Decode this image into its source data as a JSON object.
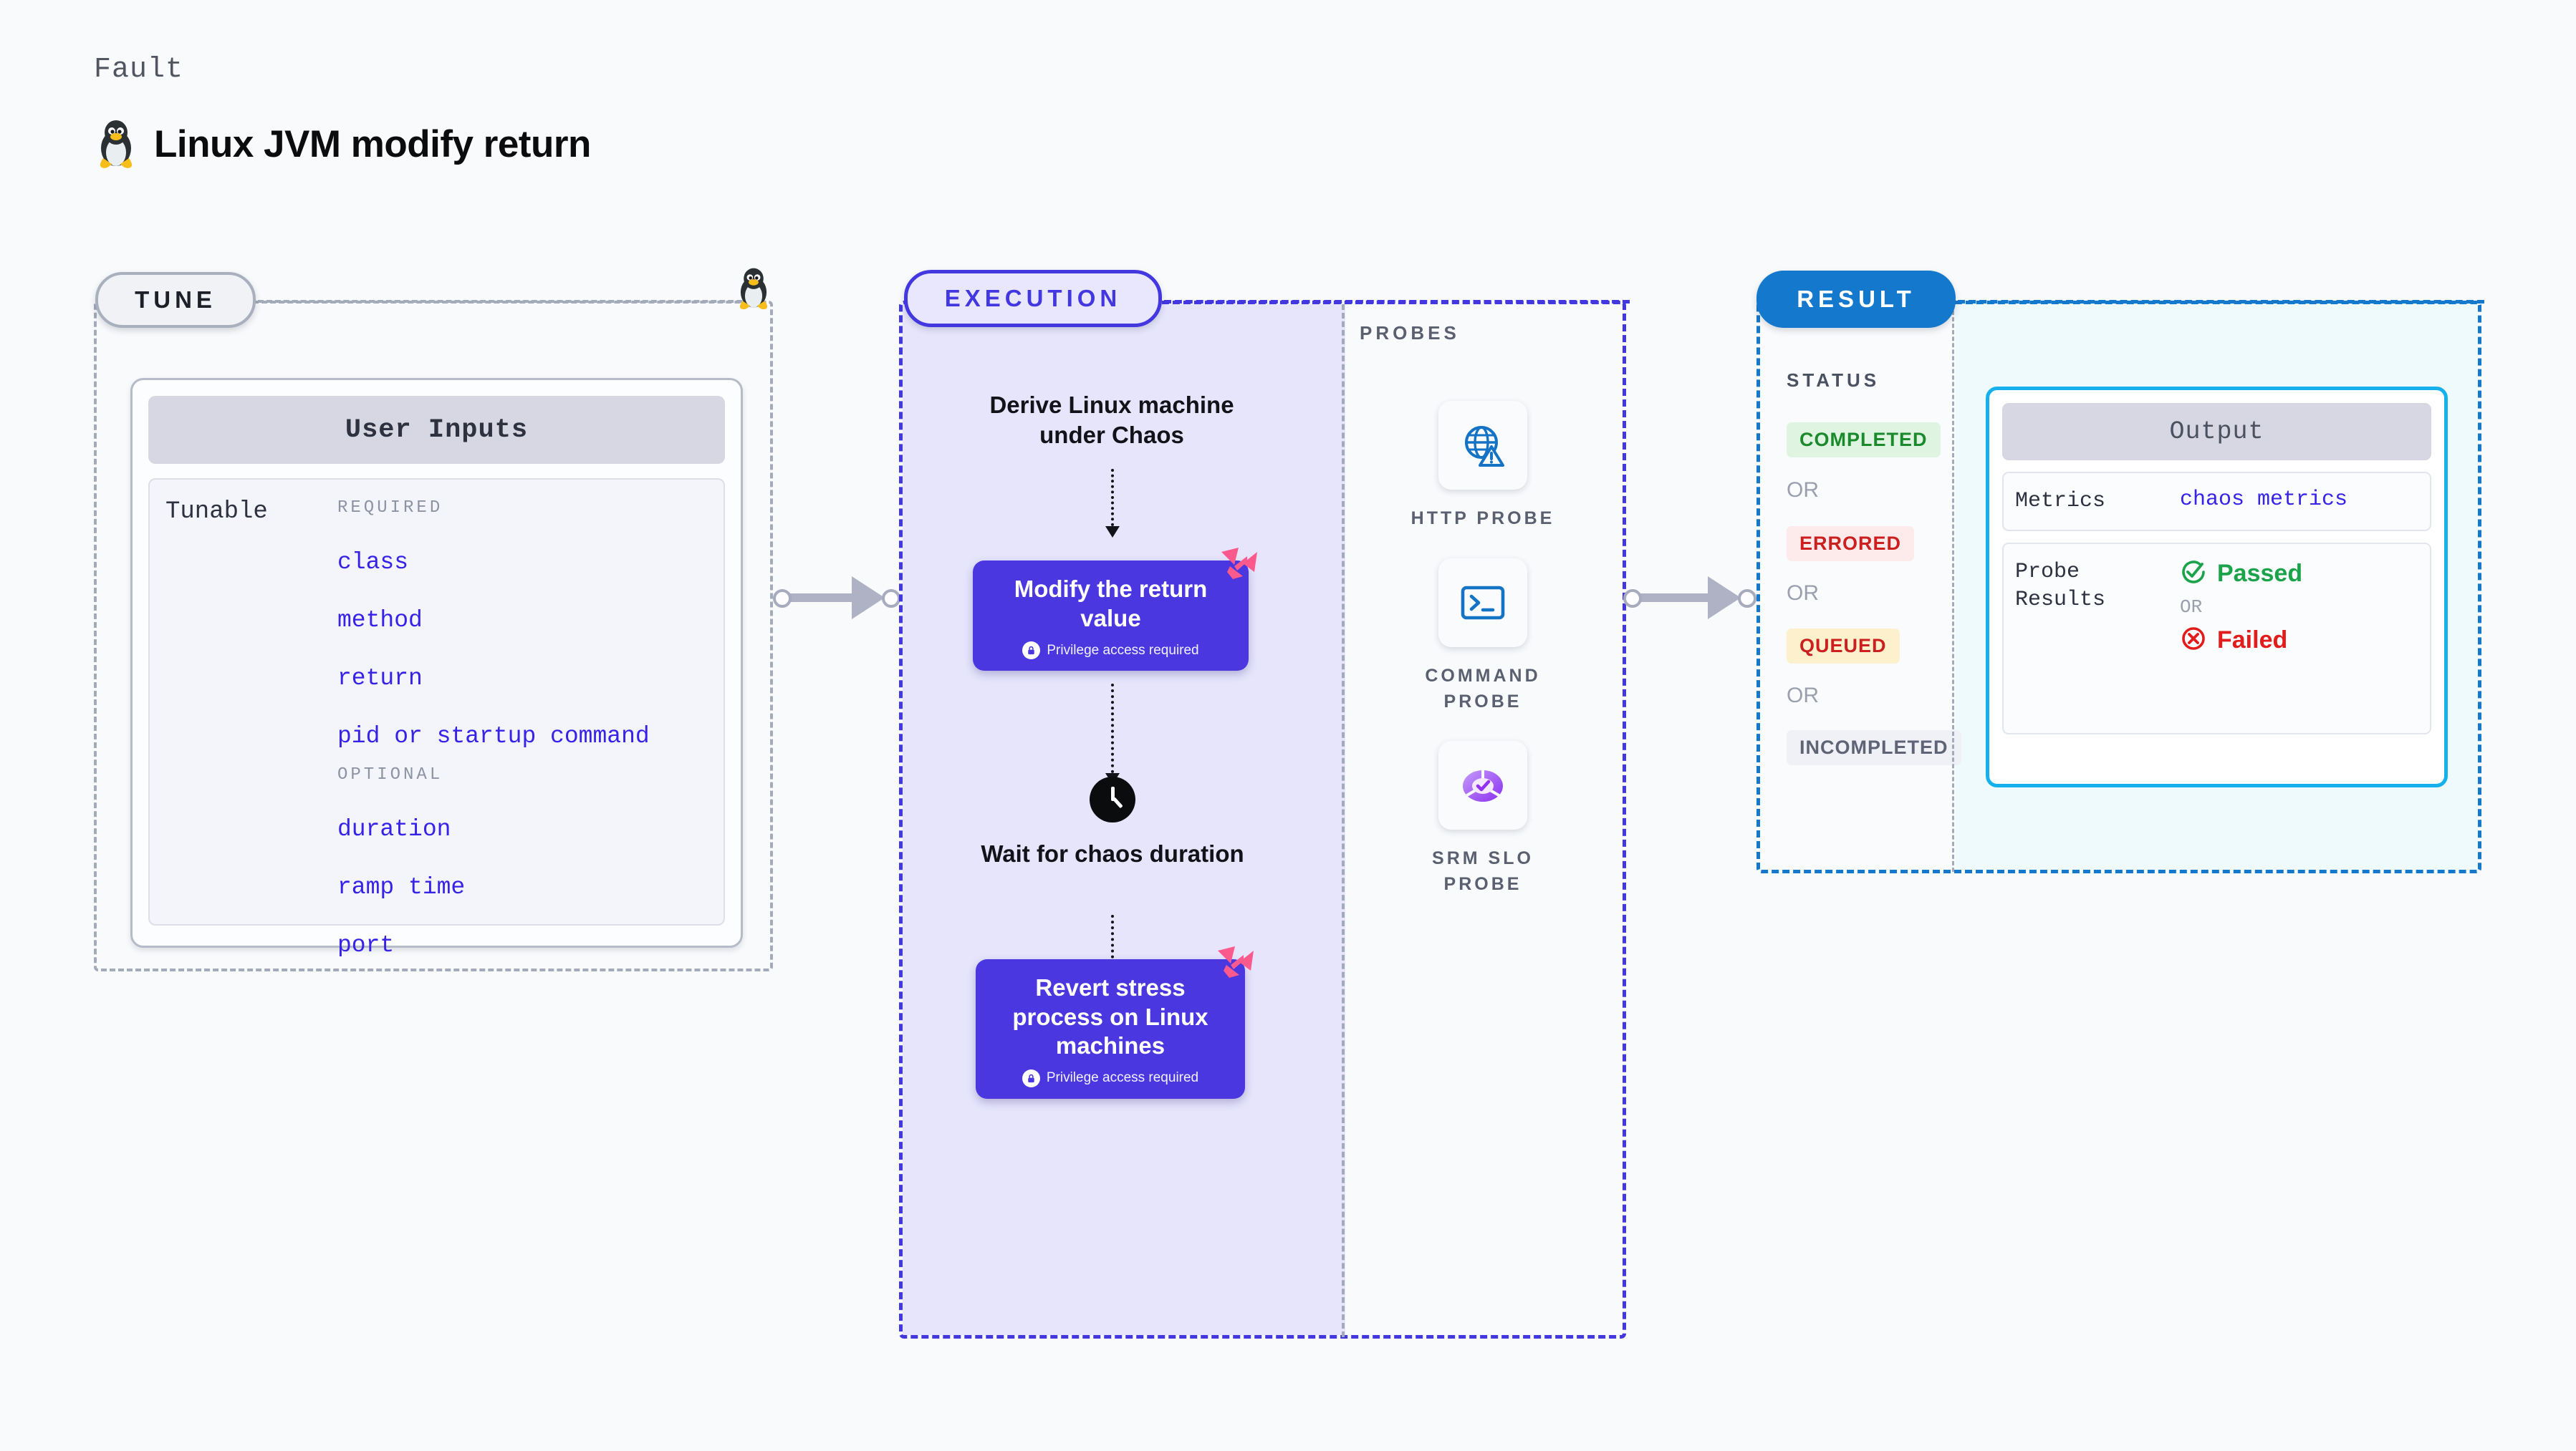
{
  "header": {
    "eyebrow": "Fault",
    "title": "Linux JVM modify return",
    "os_icon": "linux-penguin-icon"
  },
  "stages": {
    "tune": {
      "badge": "TUNE",
      "card_title": "User Inputs",
      "row_label": "Tunable",
      "required_label": "REQUIRED",
      "optional_label": "OPTIONAL",
      "required": [
        "class",
        "method",
        "return",
        "pid or startup command"
      ],
      "optional": [
        "duration",
        "ramp time",
        "port"
      ]
    },
    "execution": {
      "badge": "EXECUTION",
      "step_1": "Derive Linux machine under Chaos",
      "block_1": {
        "title": "Modify the return value",
        "privilege": "Privilege access required",
        "privilege_icon": "lock-icon",
        "corner_icon": "harness-logo-icon"
      },
      "step_2": {
        "icon": "clock-icon",
        "label": "Wait for chaos duration"
      },
      "block_2": {
        "title": "Revert stress process on Linux machines",
        "privilege": "Privilege access required",
        "privilege_icon": "lock-icon",
        "corner_icon": "harness-logo-icon"
      },
      "probes_label": "PROBES",
      "probes": [
        {
          "name": "HTTP PROBE",
          "icon": "globe-warning-icon"
        },
        {
          "name": "COMMAND PROBE",
          "icon": "terminal-icon"
        },
        {
          "name": "SRM SLO PROBE",
          "icon": "slo-donut-check-icon"
        }
      ]
    },
    "result": {
      "badge": "RESULT",
      "status_label": "STATUS",
      "or_label": "OR",
      "statuses": [
        {
          "label": "COMPLETED",
          "bg": "#dff5e1",
          "fg": "#1b8a2d"
        },
        {
          "label": "ERRORED",
          "bg": "#fdeaea",
          "fg": "#cc1f1f"
        },
        {
          "label": "QUEUED",
          "bg": "#fdf0cd",
          "fg": "#cc1f1f"
        },
        {
          "label": "INCOMPLETED",
          "bg": "#f0f1f6",
          "fg": "#5e6475"
        }
      ],
      "output": {
        "title": "Output",
        "metrics_key": "Metrics",
        "metrics_value": "chaos metrics",
        "probe_results_key": "Probe Results",
        "passed_label": "Passed",
        "passed_icon": "check-circle-icon",
        "or_label": "OR",
        "failed_label": "Failed",
        "failed_icon": "x-circle-icon"
      }
    }
  },
  "colors": {
    "page_bg": "#f8fafc",
    "tune_border": "#a3abba",
    "execution_accent": "#4338e0",
    "execution_fill": "#e6e5fc",
    "result_accent": "#1478cd",
    "result_fill": "#effafd",
    "chaos_block": "#4a37e0",
    "harness_pink": "#fc5a8d",
    "tunable_value": "#3722e8",
    "output_border": "#16b1ec"
  }
}
